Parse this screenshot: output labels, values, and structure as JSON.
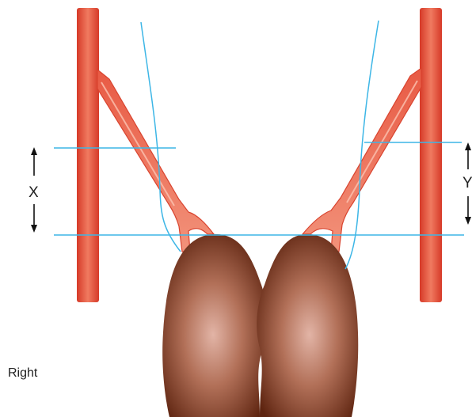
{
  "labels": {
    "measure_left": "X",
    "measure_right": "Y",
    "side": "Right"
  },
  "colors": {
    "vessel": "#e8412f",
    "vessel_light": "#f5a08a",
    "reference_line": "#3db6e6",
    "organ_dark": "#6e2c14",
    "organ_light": "#d8a89a",
    "text": "#222222"
  }
}
